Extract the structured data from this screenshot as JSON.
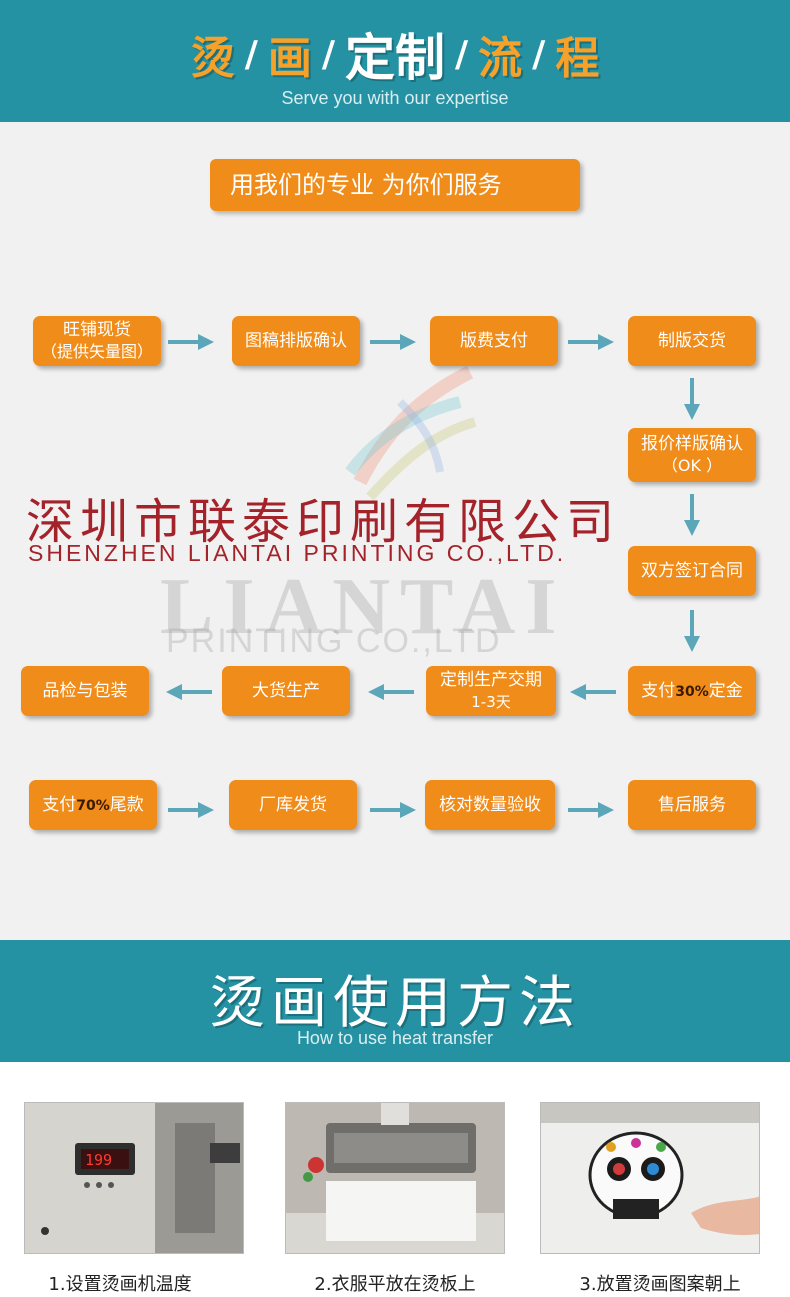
{
  "header": {
    "title_parts": [
      "烫",
      "画",
      "定制",
      "流",
      "程"
    ],
    "separator": "/",
    "subtitle": "Serve you with our expertise"
  },
  "tagline": "用我们的专业  为你们服务",
  "flow": {
    "row1": [
      {
        "line1": "旺铺现货",
        "line2": "（提供矢量图）"
      },
      {
        "line1": "图稿排版确认"
      },
      {
        "line1": "版费支付"
      },
      {
        "line1": "制版交货"
      }
    ],
    "right_column": [
      {
        "line1": "报价样版确认",
        "line2": "（OK ）"
      },
      {
        "line1": "双方签订合同"
      }
    ],
    "row3": [
      {
        "pre": "支付",
        "highlight": "30%",
        "post": "定金"
      },
      {
        "line1": "定制生产交期",
        "line2": "1-3天"
      },
      {
        "line1": "大货生产"
      },
      {
        "line1": "品检与包装"
      }
    ],
    "row4": [
      {
        "pre": "支付",
        "highlight": "70%",
        "post": "尾款"
      },
      {
        "line1": "厂库发货"
      },
      {
        "line1": "核对数量验收"
      },
      {
        "line1": "售后服务"
      }
    ]
  },
  "watermark": {
    "company_cn": "深圳市联泰印刷有限公司",
    "company_en": "SHENZHEN LIANTAI PRINTING CO.,LTD.",
    "brand_big": "LIANTAI",
    "brand_sub": "PRINTING CO.,LTD"
  },
  "usage": {
    "title": "烫画使用方法",
    "subtitle": "How to use heat transfer",
    "steps": [
      {
        "caption": "1.设置烫画机温度",
        "display": "199"
      },
      {
        "caption": "2.衣服平放在烫板上"
      },
      {
        "caption": "3.放置烫画图案朝上"
      }
    ]
  },
  "colors": {
    "banner": "#2592a3",
    "box": "#f08c1a",
    "arrow": "#5ba6b8",
    "watermark_red": "#a4232a"
  }
}
